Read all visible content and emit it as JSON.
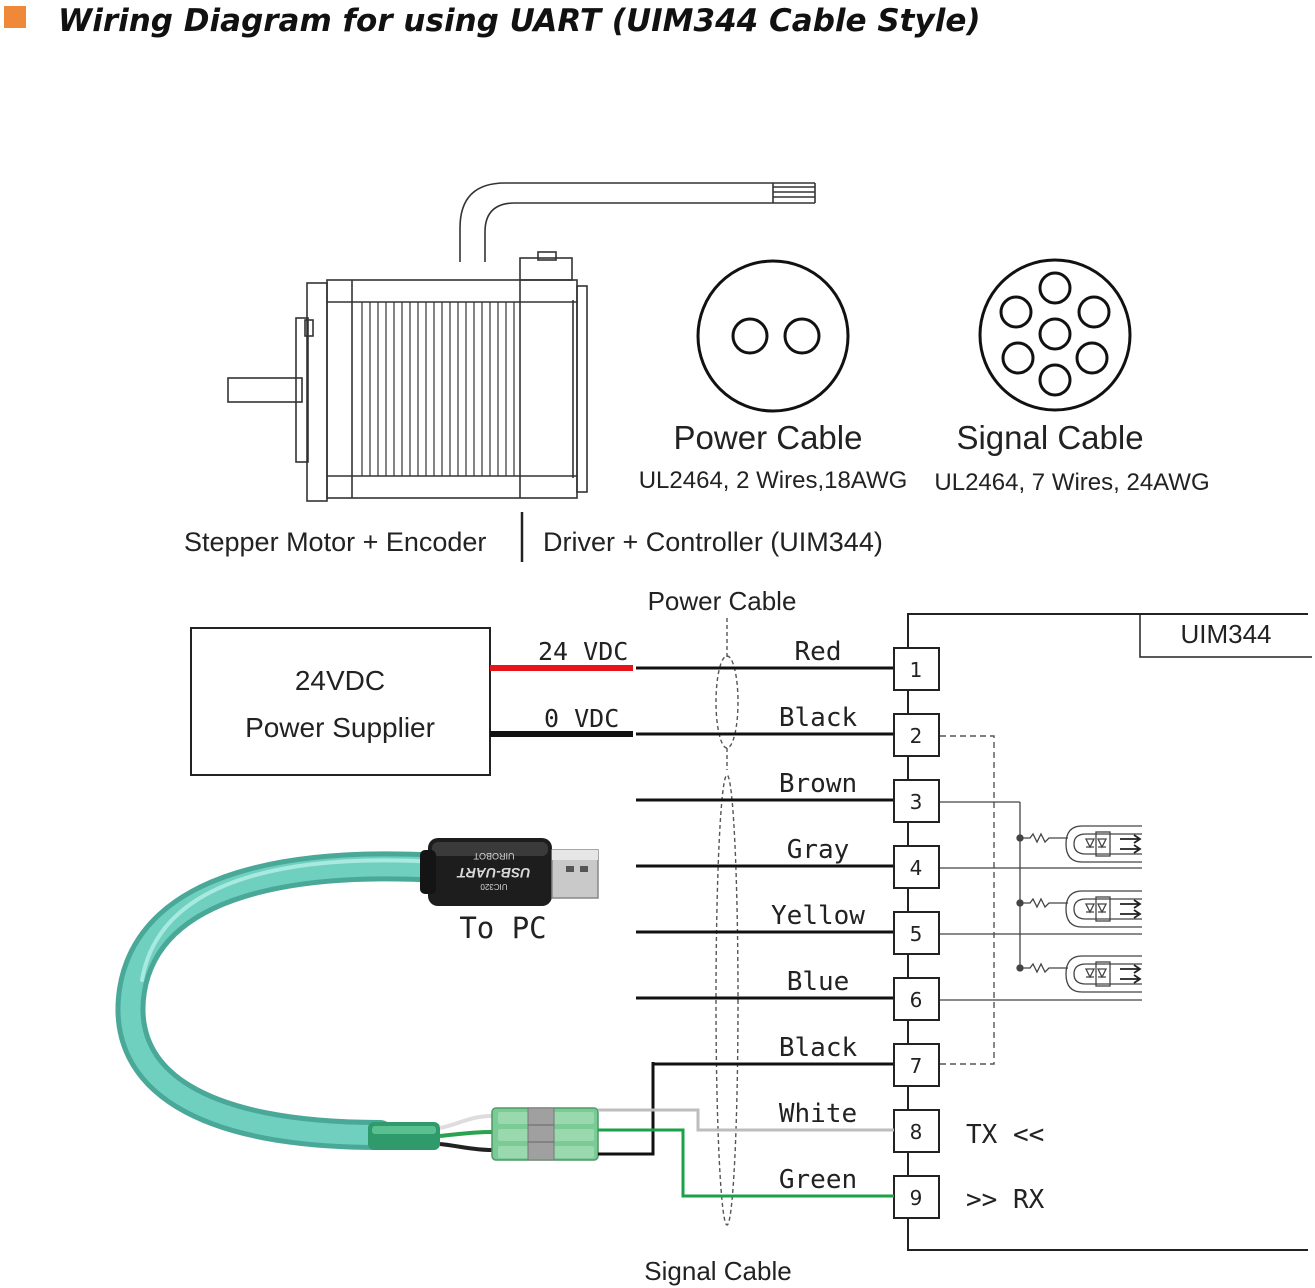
{
  "title": "Wiring Diagram for using UART (UIM344 Cable Style)",
  "colors": {
    "accent": "#f0883a",
    "red_wire": "#e8141c",
    "green_wire": "#1aa24a",
    "white_wire": "#bdbdbd",
    "cable_teal": "#5ec2b1"
  },
  "motor": {
    "left_label": "Stepper Motor + Encoder",
    "right_label": "Driver + Controller (UIM344)"
  },
  "cables": {
    "power": {
      "name": "Power Cable",
      "spec": "UL2464, 2 Wires,18AWG"
    },
    "signal": {
      "name": "Signal Cable",
      "spec": "UL2464, 7 Wires, 24AWG"
    }
  },
  "wiring": {
    "power_cable_label": "Power Cable",
    "signal_cable_label": "Signal Cable",
    "module_label": "UIM344",
    "supply": {
      "line1": "24VDC",
      "line2": "Power Supplier"
    },
    "supply_outputs": [
      "24 VDC",
      "0 VDC"
    ],
    "usb_label": "To PC",
    "usb_print": "USB-UART",
    "usb_brand": "UIROBOT",
    "usb_model": "UIC320",
    "tx_label": "TX <<",
    "rx_label": ">> RX",
    "pins": [
      {
        "num": "1",
        "color": "Red"
      },
      {
        "num": "2",
        "color": "Black"
      },
      {
        "num": "3",
        "color": "Brown"
      },
      {
        "num": "4",
        "color": "Gray"
      },
      {
        "num": "5",
        "color": "Yellow"
      },
      {
        "num": "6",
        "color": "Blue"
      },
      {
        "num": "7",
        "color": "Black"
      },
      {
        "num": "8",
        "color": "White"
      },
      {
        "num": "9",
        "color": "Green"
      }
    ]
  }
}
